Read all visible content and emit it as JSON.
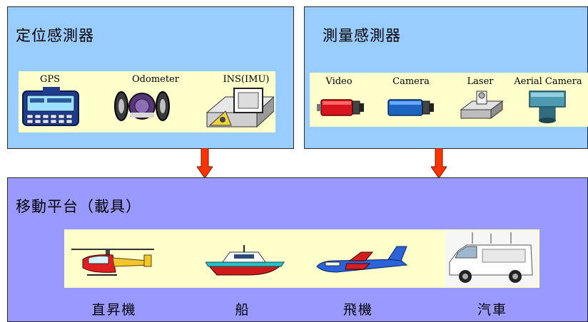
{
  "positioning_sensors": {
    "title": "定位感測器",
    "devices": [
      {
        "label": "GPS",
        "icon": "gps-receiver-icon"
      },
      {
        "label": "Odometer",
        "icon": "odometer-icon"
      },
      {
        "label": "INS(IMU)",
        "icon": "imu-unit-icon"
      }
    ]
  },
  "measurement_sensors": {
    "title": "測量感測器",
    "devices": [
      {
        "label": "Video",
        "icon": "video-camera-icon"
      },
      {
        "label": "Camera",
        "icon": "camera-icon"
      },
      {
        "label": "Laser",
        "icon": "laser-scanner-icon"
      },
      {
        "label": "Aerial Camera",
        "icon": "aerial-camera-icon"
      }
    ]
  },
  "platform": {
    "title": "移動平台（載具）",
    "vehicles": [
      {
        "label": "直昇機",
        "icon": "helicopter-icon"
      },
      {
        "label": "船",
        "icon": "boat-icon"
      },
      {
        "label": "飛機",
        "icon": "airplane-icon"
      },
      {
        "label": "汽車",
        "icon": "van-icon"
      }
    ]
  },
  "colors": {
    "top_box": "#99ccff",
    "bottom_box": "#9999ff",
    "image_strip": "#ffffcc",
    "arrow": "#ff3300"
  }
}
